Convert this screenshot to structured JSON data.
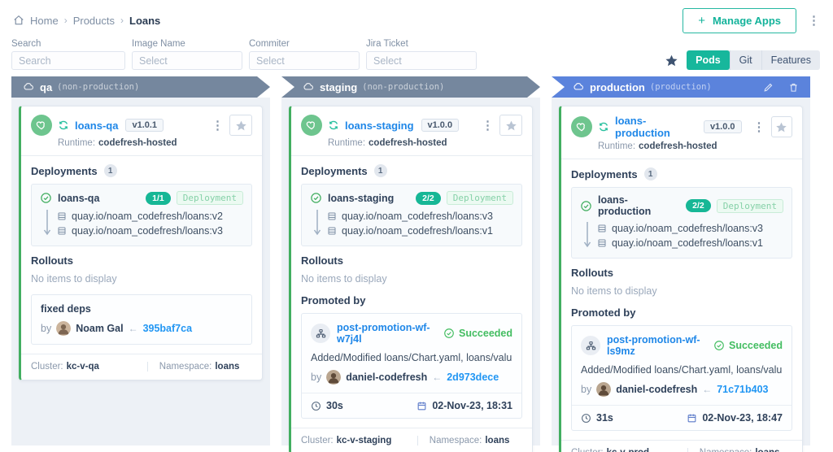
{
  "breadcrumb": {
    "items": [
      "Home",
      "Products",
      "Loans"
    ]
  },
  "header": {
    "manage_apps_label": "Manage Apps"
  },
  "filters": [
    {
      "label": "Search",
      "placeholder": "Search"
    },
    {
      "label": "Image Name",
      "placeholder": "Select"
    },
    {
      "label": "Commiter",
      "placeholder": "Select"
    },
    {
      "label": "Jira Ticket",
      "placeholder": "Select"
    }
  ],
  "view_tabs": {
    "pods": "Pods",
    "git": "Git",
    "features": "Features",
    "active": "Pods"
  },
  "colors": {
    "accent_teal": "#17b79c",
    "env_nonprod_banner": "#75879e",
    "env_prod_banner": "#5b83dc",
    "success_green": "#43bd61",
    "link_blue": "#1f87e8",
    "card_left_border": "#42ae60"
  },
  "labels": {
    "runtime": "Runtime:",
    "deployments": "Deployments",
    "rollouts": "Rollouts",
    "no_items": "No items to display",
    "promoted_by": "Promoted by",
    "cluster": "Cluster:",
    "namespace": "Namespace:",
    "by": "by"
  },
  "environments": [
    {
      "name": "qa",
      "type": "(non-production)",
      "app": {
        "name": "loans-qa",
        "version": "v1.0.1",
        "runtime": "codefresh-hosted",
        "deployments_count": "1",
        "deployment": {
          "name": "loans-qa",
          "replicas": "1/1",
          "kind": "Deployment",
          "images": [
            "quay.io/noam_codefresh/loans:v2",
            "quay.io/noam_codefresh/loans:v3"
          ]
        },
        "commit": {
          "message": "fixed deps",
          "author": "Noam Gal",
          "hash": "395baf7ca"
        },
        "footer": {
          "cluster": "kc-v-qa",
          "namespace": "loans"
        }
      }
    },
    {
      "name": "staging",
      "type": "(non-production)",
      "app": {
        "name": "loans-staging",
        "version": "v1.0.0",
        "runtime": "codefresh-hosted",
        "deployments_count": "1",
        "deployment": {
          "name": "loans-staging",
          "replicas": "2/2",
          "kind": "Deployment",
          "images": [
            "quay.io/noam_codefresh/loans:v3",
            "quay.io/noam_codefresh/loans:v1"
          ]
        },
        "promoted": {
          "workflow": "post-promotion-wf-w7j4l",
          "status": "Succeeded",
          "changes": "Added/Modified loans/Chart.yaml, loans/values.ya...",
          "author": "daniel-codefresh",
          "hash": "2d973dece",
          "duration": "30s",
          "date": "02-Nov-23, 18:31"
        },
        "footer": {
          "cluster": "kc-v-staging",
          "namespace": "loans"
        }
      }
    },
    {
      "name": "production",
      "type": "(production)",
      "app": {
        "name": "loans-production",
        "version": "v1.0.0",
        "runtime": "codefresh-hosted",
        "deployments_count": "1",
        "deployment": {
          "name": "loans-production",
          "replicas": "2/2",
          "kind": "Deployment",
          "images": [
            "quay.io/noam_codefresh/loans:v3",
            "quay.io/noam_codefresh/loans:v1"
          ]
        },
        "promoted": {
          "workflow": "post-promotion-wf-ls9mz",
          "status": "Succeeded",
          "changes": "Added/Modified loans/Chart.yaml, loans/values.ya...",
          "author": "daniel-codefresh",
          "hash": "71c71b403",
          "duration": "31s",
          "date": "02-Nov-23, 18:47"
        },
        "footer": {
          "cluster": "kc-v-prod",
          "namespace": "loans"
        }
      }
    }
  ]
}
